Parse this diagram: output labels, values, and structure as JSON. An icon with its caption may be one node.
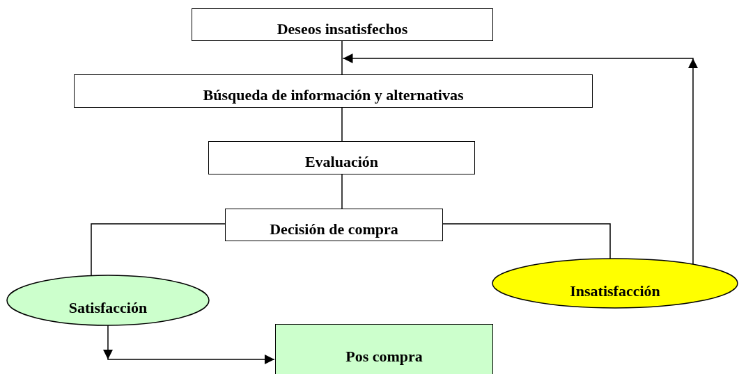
{
  "diagram": {
    "nodes": [
      {
        "text": [
          "Deseos insatisfechos"
        ]
      },
      {
        "text": [
          "Búsqueda de información y alternativas"
        ]
      },
      {
        "text": [
          "Evaluación"
        ]
      },
      {
        "text": [
          "Decisión de compra"
        ]
      },
      {
        "text": [
          "Satisfacción"
        ]
      },
      {
        "text": [
          "Insatisfacción"
        ]
      },
      {
        "text": [
          "Pos compra"
        ]
      }
    ],
    "edges": [
      {
        "from": 0,
        "to": 1,
        "arrow": "none"
      },
      {
        "from": 1,
        "to": 2,
        "arrow": "none"
      },
      {
        "from": 2,
        "to": 3,
        "arrow": "none"
      },
      {
        "from": 3,
        "to": 4,
        "arrow": "none"
      },
      {
        "from": 3,
        "to": 5,
        "arrow": "none"
      },
      {
        "from": 5,
        "to": 0,
        "arrow": "to"
      },
      {
        "from": 4,
        "to": 6,
        "arrow": "to"
      }
    ]
  }
}
